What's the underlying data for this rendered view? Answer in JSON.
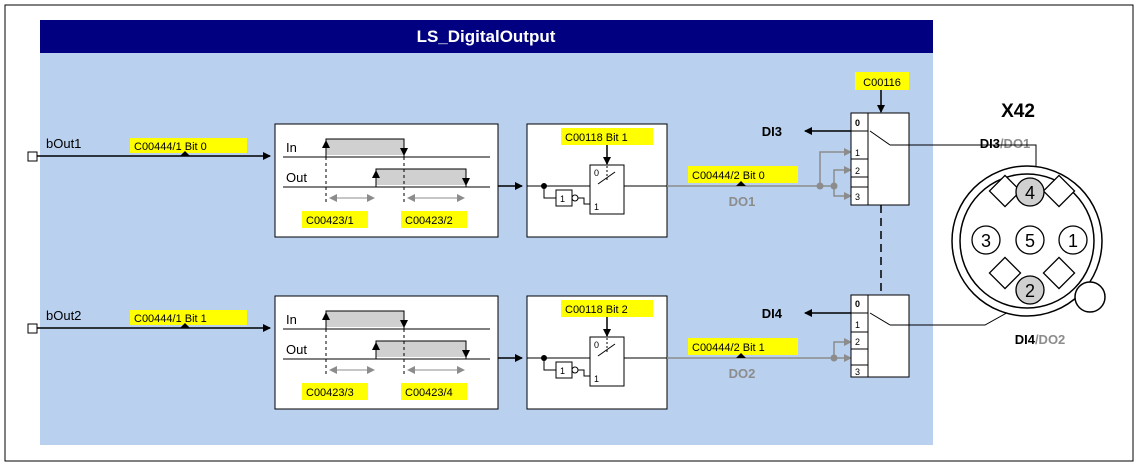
{
  "block": {
    "title": "LS_DigitalOutput"
  },
  "colors": {
    "header": "#000080",
    "panel": "#b9d0ee",
    "accent": "#ffff00",
    "signal_gray": "#8c8c8c"
  },
  "channels": [
    {
      "input_label": "bOut1",
      "input_code": "C00444/1 Bit 0",
      "timer_in": "In",
      "timer_out": "Out",
      "delay_on": "C00423/1",
      "delay_off": "C00423/2",
      "invert_code": "C00118 Bit 1",
      "mux_0": "0",
      "mux_1": "1",
      "not_label": "1",
      "output_code": "C00444/2 Bit 0",
      "signal_name": "DO1",
      "di_label": "DI3",
      "sel_labels": [
        "0",
        "1",
        "2",
        "3"
      ]
    },
    {
      "input_label": "bOut2",
      "input_code": "C00444/1 Bit 1",
      "timer_in": "In",
      "timer_out": "Out",
      "delay_on": "C00423/3",
      "delay_off": "C00423/4",
      "invert_code": "C00118 Bit 2",
      "mux_0": "0",
      "mux_1": "1",
      "not_label": "1",
      "output_code": "C00444/2 Bit 1",
      "signal_name": "DO2",
      "di_label": "DI4",
      "sel_labels": [
        "0",
        "1",
        "2",
        "3"
      ]
    }
  ],
  "selector_code": "C00116",
  "connector": {
    "name": "X42",
    "pin_top_di": "DI3",
    "pin_top_do": "/DO1",
    "pin_bottom_di": "DI4",
    "pin_bottom_do": "/DO2",
    "pins": [
      "4",
      "3",
      "5",
      "1",
      "2"
    ]
  }
}
